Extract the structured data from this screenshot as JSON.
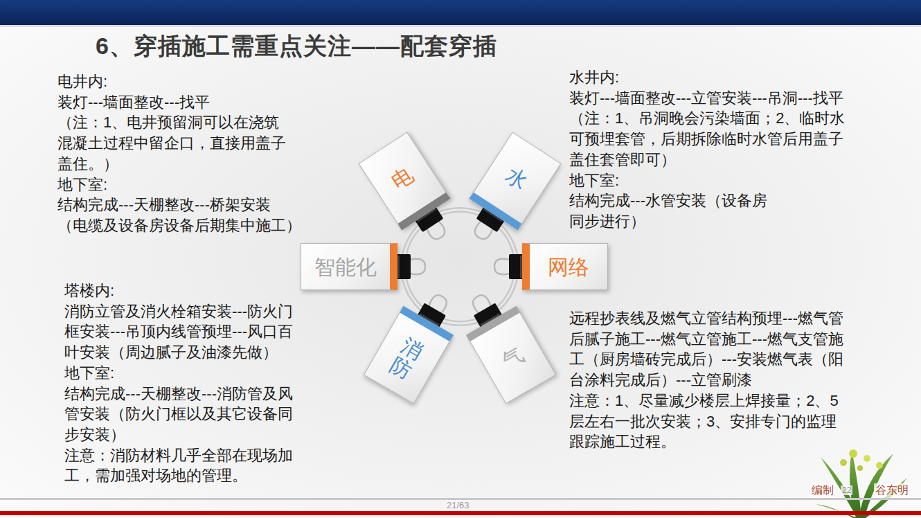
{
  "diagram": {
    "title": "6、穿插施工需重点关注——配套穿插",
    "nodes": [
      {
        "text": [
          "电"
        ]
      },
      {
        "text": [
          "水"
        ]
      },
      {
        "text": [
          "智能化"
        ]
      },
      {
        "text": [
          "网络"
        ]
      },
      {
        "text": [
          "消防"
        ]
      },
      {
        "text": [
          "气"
        ]
      }
    ],
    "labels": [
      "电井内:",
      "装灯---墙面整改---找平",
      "（注：1、电井预留洞可以在浇筑 混凝土过程中留企口，直接用盖子 盖住。）",
      "地下室:",
      "结构完成---天棚整改---桥架安装",
      "（电缆及设备房设备后期集中施工）",
      "水井内:",
      "装灯---墙面整改---立管安装---吊洞---找平",
      "（注：1、吊洞晚会污染墙面；2、临时水 可预埋套管，后期拆除临时水管后用盖子 盖住套管即可）",
      "地下室:",
      "结构完成---水管安装（设备房 同步进行）",
      "塔楼内:",
      "消防立管及消火栓箱安装---防火门 框安装---吊顶内线管预埋---风口百 叶安装（周边腻子及油漆先做）",
      "地下室:",
      "结构完成---天棚整改---消防管及风 管安装（防火门框以及其它设备同 步安装）",
      "注意：消防材料几乎全部在现场加 工，需加强对场地的管理。",
      "远程抄表线及燃气立管结构预埋---燃气管 后腻子施工---燃气立管施工---燃气支管施 工（厨房墙砖完成后）---安装燃气表（阳 台涂料完成后）---立管刷漆",
      "注意：1、尽量减少楼层上焊接量；2、5 层左右一批次安装；3、安排专门的监理 跟踪施工过程。",
      "21/63",
      "编制",
      "谷东明",
      "22"
    ]
  }
}
